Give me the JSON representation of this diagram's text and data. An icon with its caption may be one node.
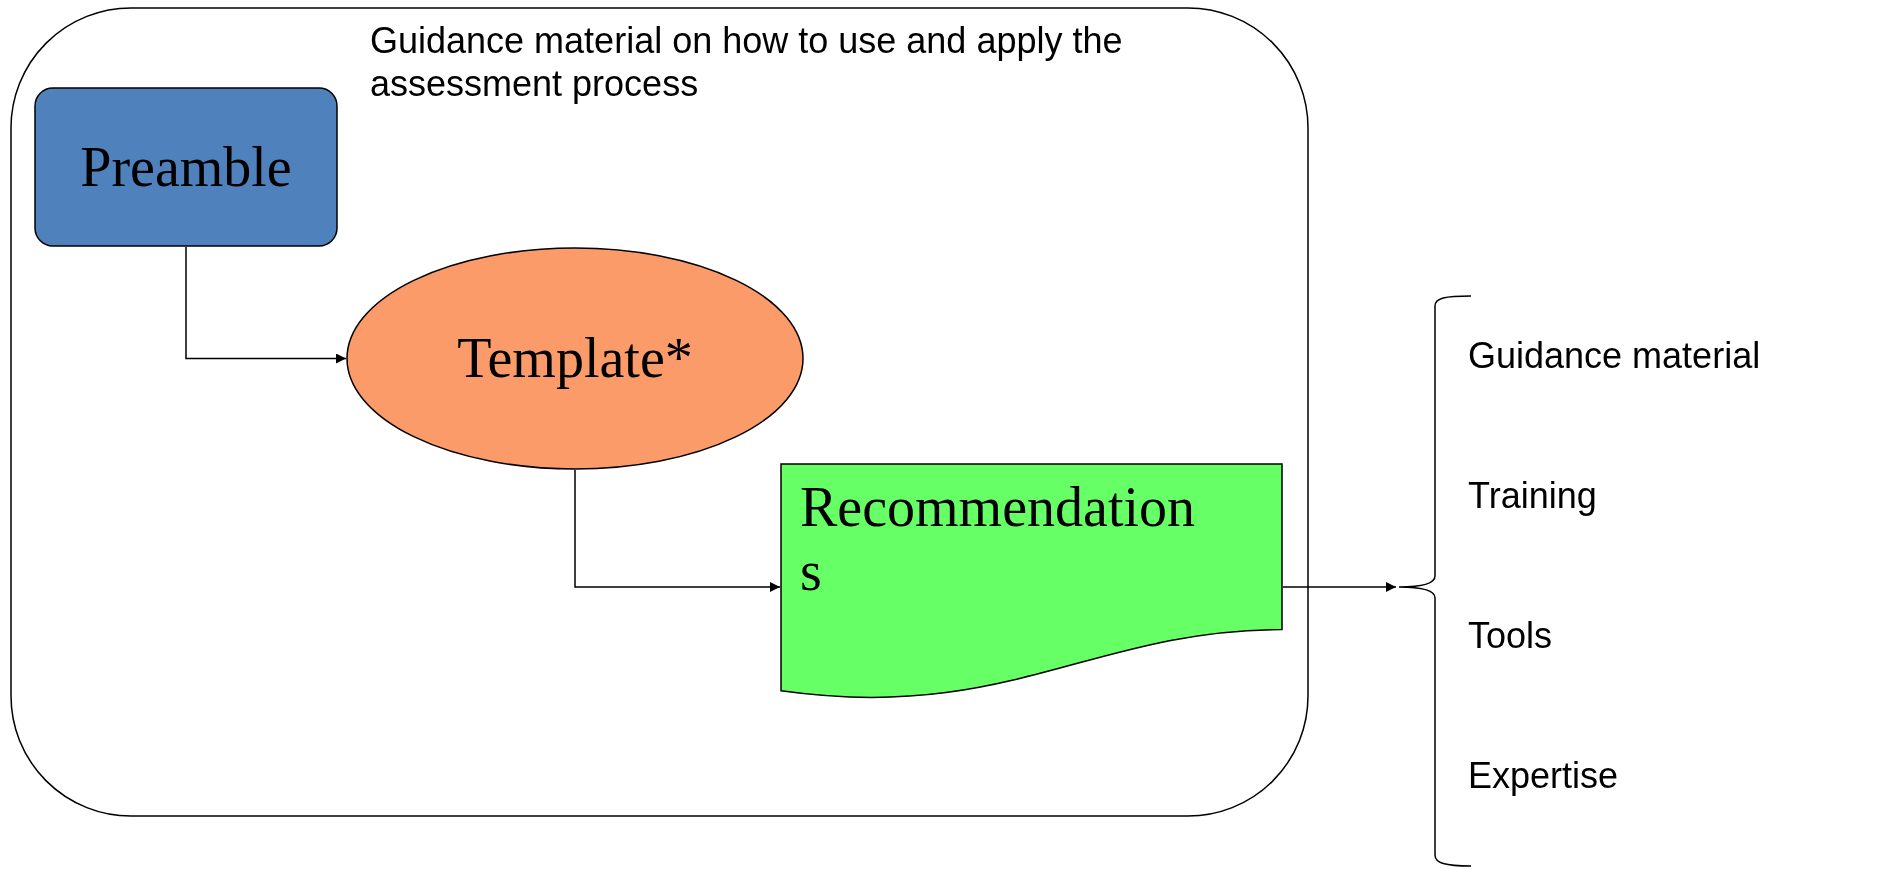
{
  "diagram": {
    "nodes": [
      {
        "text": [
          "Guidance material on how to use and apply the assessment process"
        ]
      },
      {
        "text": [
          "Preamble"
        ],
        "in": 0
      },
      {
        "text": [
          "Template*"
        ],
        "in": 0
      },
      {
        "text": [
          "Recommendations"
        ],
        "in": 0
      },
      {
        "text": [],
        "shape": "bracket"
      }
    ],
    "edges": [
      {
        "from": 1,
        "to": 2,
        "arrow": "to"
      },
      {
        "from": 2,
        "to": 3,
        "arrow": "to"
      },
      {
        "from": 3,
        "to": 4,
        "arrow": "to"
      }
    ],
    "labels": [
      "Guidance material",
      "Training",
      "Tools",
      "Expertise"
    ]
  }
}
